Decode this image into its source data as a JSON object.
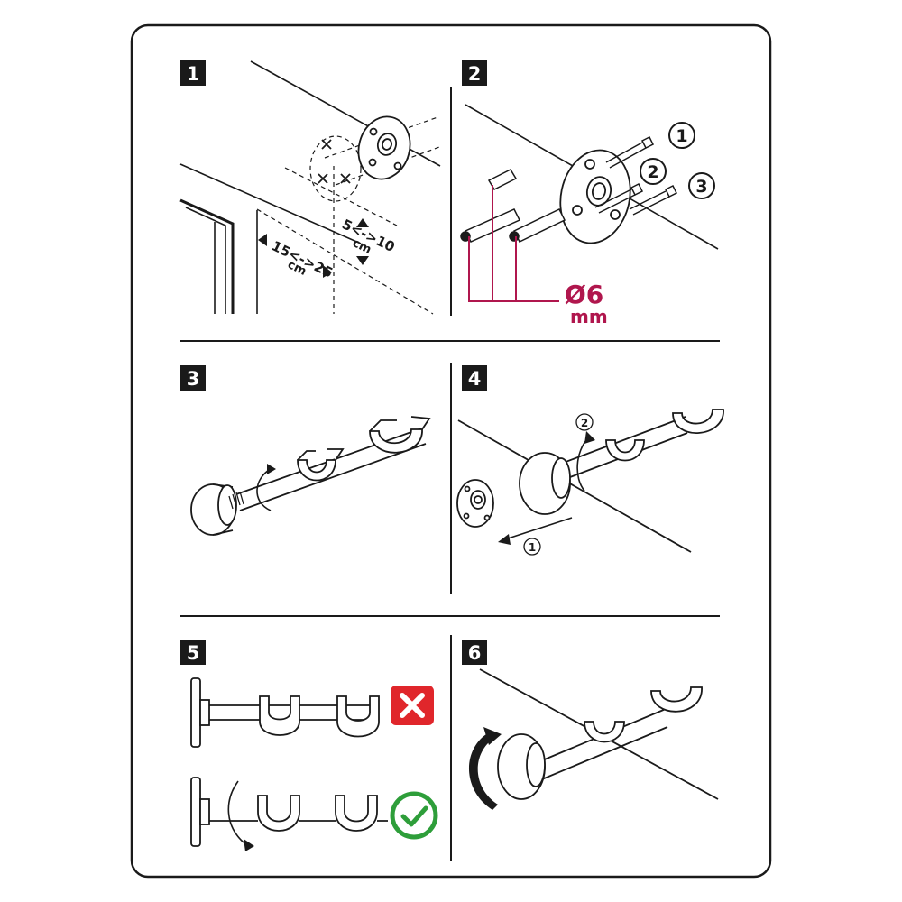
{
  "colors": {
    "line": "#1a1a1a",
    "accent": "#b0164d",
    "error": "#e0262b",
    "ok": "#2e9e3a",
    "light": "#f4f4f4"
  },
  "steps": {
    "s1": "1",
    "s2": "2",
    "s3": "3",
    "s4": "4",
    "s5": "5",
    "s6": "6"
  },
  "panel1": {
    "horiz_range": "15<->25",
    "horiz_unit": "cm",
    "vert_range": "5<->10",
    "vert_unit": "cm"
  },
  "panel2": {
    "screw_1": "1",
    "screw_2": "2",
    "screw_3": "3",
    "drill_diameter": "Ø6",
    "drill_unit": "mm"
  },
  "panel4": {
    "move_1": "1",
    "rotate_2": "2"
  },
  "icons": {
    "wrong": "cross-icon",
    "right": "check-icon"
  }
}
